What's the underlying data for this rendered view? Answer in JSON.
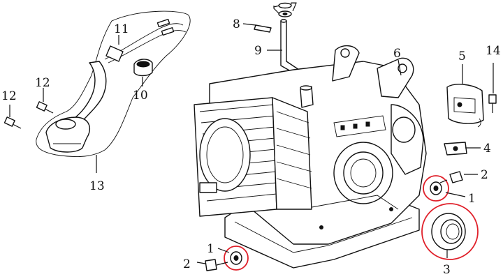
{
  "highlight_color": "#e0202a",
  "callouts": {
    "c1_right": "1",
    "c1_bottom": "1",
    "c2_right": "2",
    "c2_bottom": "2",
    "c3": "3",
    "c4": "4",
    "c5": "5",
    "c6": "6",
    "c7": "7",
    "c8": "8",
    "c9": "9",
    "c10": "10",
    "c11": "11",
    "c12_left": "12",
    "c12_mid": "12",
    "c13": "13",
    "c14": "14"
  }
}
